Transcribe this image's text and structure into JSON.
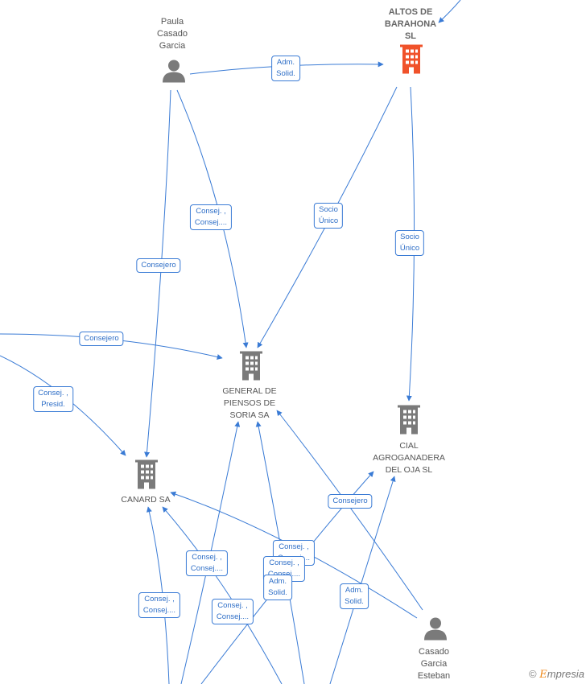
{
  "nodes": {
    "paula": {
      "label": "Paula\nCasado\nGarcia",
      "type": "person"
    },
    "altos": {
      "label": "ALTOS DE\nBARAHONA\nSL",
      "type": "company-focus"
    },
    "general": {
      "label": "GENERAL DE\nPIENSOS DE\nSORIA SA",
      "type": "company"
    },
    "cial": {
      "label": "CIAL\nAGROGANADERA\nDEL OJA SL",
      "type": "company"
    },
    "canard": {
      "label": "CANARD SA",
      "type": "company"
    },
    "casado": {
      "label": "Casado\nGarcia\nEsteban",
      "type": "person"
    }
  },
  "edge_labels": {
    "e1": "Adm.\nSolid.",
    "e2": "Consej. ,\nConsej....",
    "e3": "Socio\nÚnico",
    "e4": "Socio\nÚnico",
    "e5": "Consejero",
    "e6": "Consejero",
    "e7": "Consej. ,\nPresid.",
    "e8": "Consejero",
    "e9": "Consej. ,\nConsej....",
    "e10": "Consej. ,\nConsej....",
    "e11": "Consej. ,\nConsej....",
    "e12": "Consej. ,\nConsej....",
    "e13": "Adm.\nSolid.",
    "e14": "Adm.\nSolid.",
    "e15": "Consej. ,\nConsej...."
  },
  "colors": {
    "edge": "#3a7bd5",
    "company_icon": "#7a7a7a",
    "focus_icon": "#f0522a",
    "person_icon": "#7a7a7a"
  },
  "brand": {
    "symbol": "©",
    "e": "E",
    "rest": "mpresia"
  }
}
